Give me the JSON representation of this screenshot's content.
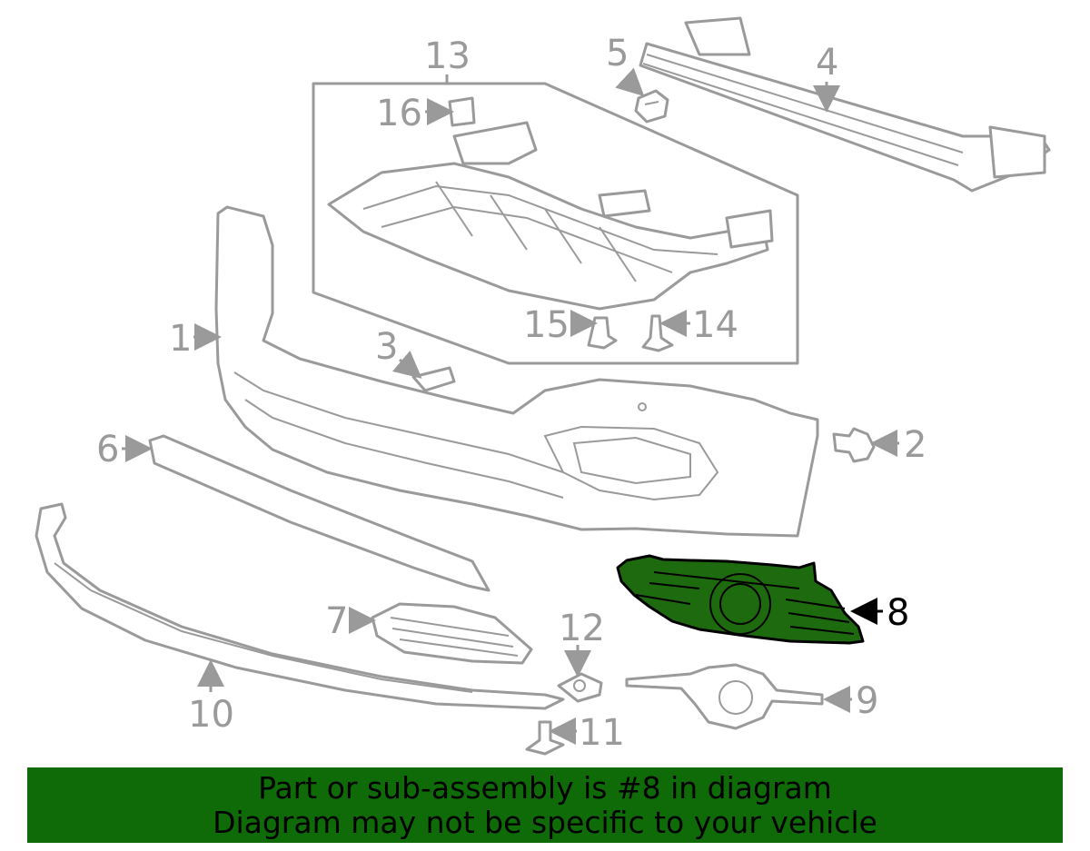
{
  "diagram": {
    "callouts": {
      "c1": "1",
      "c2": "2",
      "c3": "3",
      "c4": "4",
      "c5": "5",
      "c6": "6",
      "c7": "7",
      "c8": "8",
      "c9": "9",
      "c10": "10",
      "c11": "11",
      "c12": "12",
      "c13": "13",
      "c14": "14",
      "c15": "15",
      "c16": "16"
    },
    "highlighted_part": "8",
    "colors": {
      "highlight": "#1e6b0f",
      "banner": "#0f6b08",
      "parts": "#9a9a9a"
    }
  },
  "banner": {
    "line1": "Part or sub-assembly is #8 in diagram",
    "line2": "Diagram may not be specific to your vehicle"
  }
}
